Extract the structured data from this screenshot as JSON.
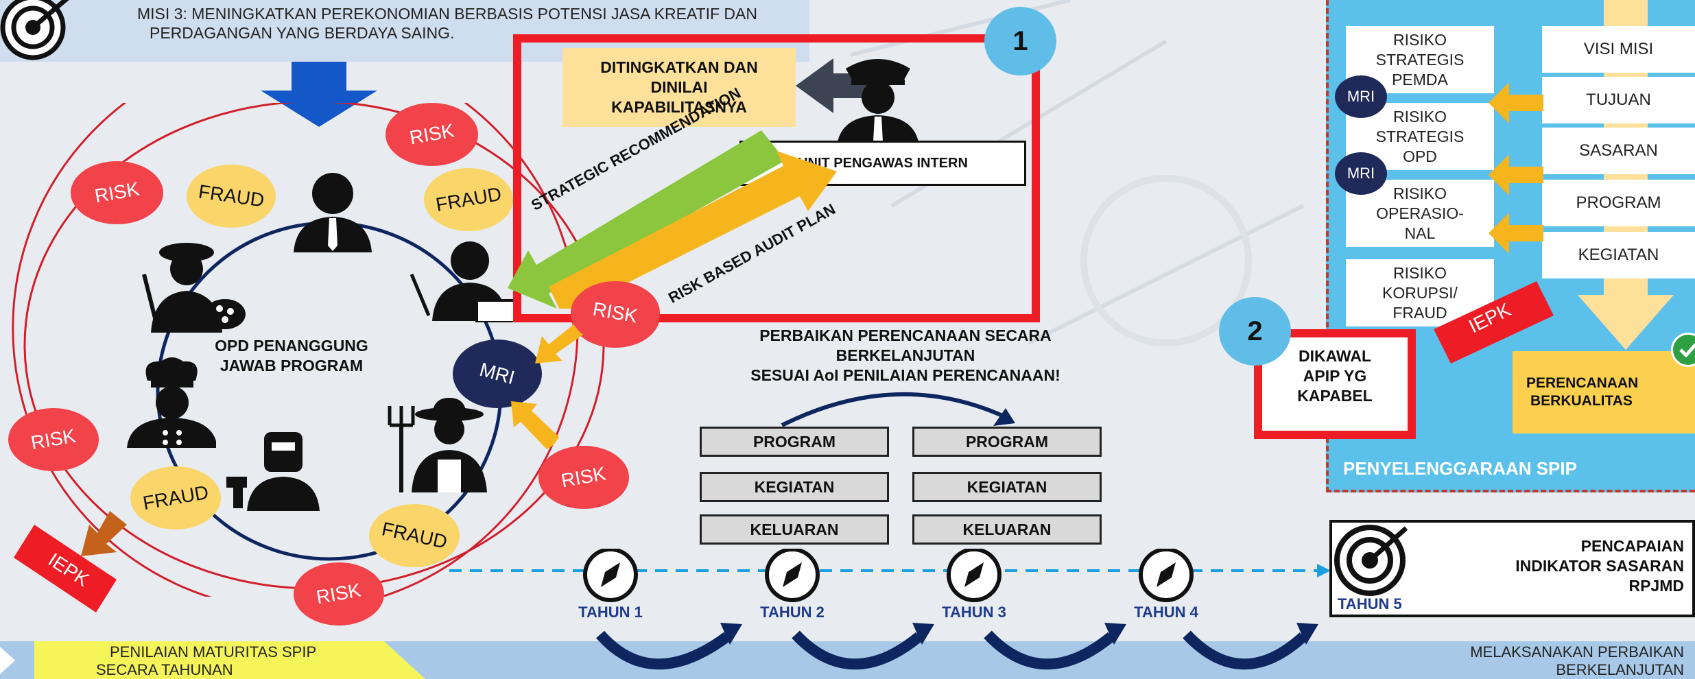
{
  "header": {
    "mission_line1": "MISI 3: MENINGKATKAN PEREKONOMIAN BERBASIS POTENSI JASA KREATIF DAN",
    "mission_line2": "PERDAGANGAN YANG BERDAYA SAING."
  },
  "ring": {
    "risk_label": "RISK",
    "fraud_label": "FRAUD",
    "center_line1": "OPD PENANGGUNG",
    "center_line2": "JAWAB PROGRAM",
    "mri_label": "MRI",
    "iepk_label": "IEPK"
  },
  "apip": {
    "badge_number": "1",
    "improve_line1": "DITINGKATKAN  DAN",
    "improve_line2": "DINILAI",
    "improve_line3": "KAPABILITASNYA",
    "unit_label": "UNIT PENGAWAS INTERN",
    "strategic_arrow": "STRATEGIC RECOMMENDATION",
    "audit_arrow": "RISK BASED AUDIT PLAN"
  },
  "planning": {
    "line1": "PERBAIKAN PERENCANAAN SECARA",
    "line2": "BERKELANJUTAN",
    "line3": "SESUAI AoI PENILAIAN PERENCANAAN!",
    "col_a": [
      "PROGRAM",
      "KEGIATAN",
      "KELUARAN"
    ],
    "col_b": [
      "PROGRAM",
      "KEGIATAN",
      "KELUARAN"
    ]
  },
  "timeline": {
    "years": [
      "TAHUN 1",
      "TAHUN 2",
      "TAHUN 3",
      "TAHUN 4"
    ],
    "year5": "TAHUN 5",
    "target_line1": "PENCAPAIAN",
    "target_line2": "INDIKATOR  SASARAN",
    "target_line3": "RPJMD"
  },
  "spip": {
    "risks": [
      {
        "lines": [
          "RISIKO",
          "STRATEGIS",
          "PEMDA"
        ]
      },
      {
        "lines": [
          "RISIKO",
          "STRATEGIS",
          "OPD"
        ]
      },
      {
        "lines": [
          "RISIKO",
          "OPERASIO-",
          "NAL"
        ]
      },
      {
        "lines": [
          "RISIKO",
          "KORUPSI/",
          "FRAUD"
        ]
      }
    ],
    "mri_label": "MRI",
    "planning_items": [
      "VISI MISI",
      "TUJUAN",
      "SASARAN",
      "PROGRAM",
      "KEGIATAN"
    ],
    "iepk_label": "IEPK",
    "quality_line1": "PERENCANAAN",
    "quality_line2": "BERKUALITAS",
    "title": "PENYELENGGARAAN SPIP",
    "badge_number": "2",
    "escort_line1": "DIKAWAL",
    "escort_line2": "APIP YG",
    "escort_line3": "KAPABEL"
  },
  "footer": {
    "left_line1": "PENILAIAN MATURITAS  SPIP",
    "left_line2": "SECARA TAHUNAN",
    "right_line1": "MELAKSANAKAN PERBAIKAN",
    "right_line2": "BERKELANJUTAN"
  },
  "colors": {
    "risk": "#f2424a",
    "fraud": "#fad56a",
    "mri": "#1f2a5a",
    "accent_red": "#ee1c24",
    "spip_blue": "#5cc1ea",
    "badge_blue": "#5fbde8",
    "timeline_blue": "#1a9fe0",
    "year_text": "#1f3a8a"
  }
}
